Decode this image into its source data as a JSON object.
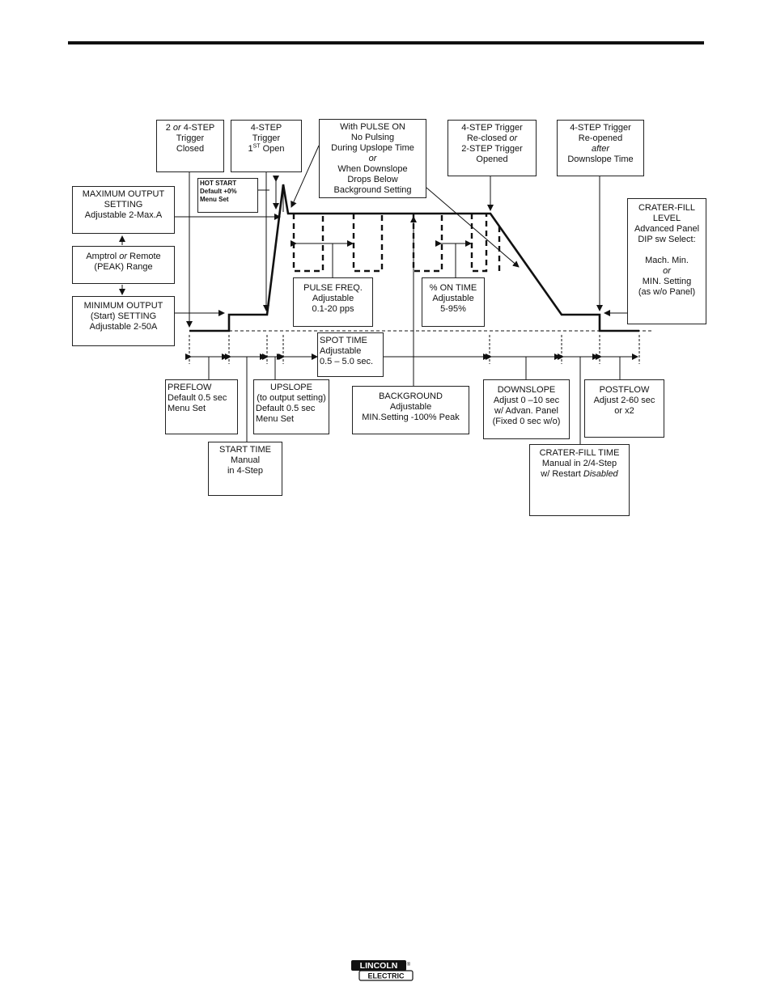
{
  "trigger_closed": {
    "pre": "2 ",
    "or": "or",
    "post": " 4-STEP",
    "line2": "Trigger",
    "line3": "Closed"
  },
  "trigger_first_open": {
    "line1": "4-STEP",
    "line2": "Trigger",
    "pre": "1",
    "sup": "ST",
    "post": "  Open"
  },
  "pulse_on": {
    "line1": "With PULSE ON",
    "line2": "No Pulsing",
    "line3": "During Upslope Time",
    "or": "or",
    "line5": "When Downslope",
    "line6": "Drops Below",
    "line7": "Background Setting"
  },
  "trigger_reclosed": {
    "line1": "4-STEP Trigger",
    "pre": "Re-closed ",
    "or": "or",
    "line3": "2-STEP Trigger",
    "line4": "Opened"
  },
  "trigger_reopened": {
    "line1": "4-STEP Trigger",
    "line2": "Re-opened",
    "after": "after",
    "line4": "Downslope Time"
  },
  "max_output": {
    "line1": "MAXIMUM OUTPUT",
    "line2": "SETTING",
    "line3": "Adjustable 2-Max.A"
  },
  "hot_start": {
    "line1": "HOT START",
    "line2": "Default +0%",
    "line3": "Menu Set"
  },
  "amptrol": {
    "pre": "Amptrol ",
    "or": "or",
    "post": " Remote",
    "line2": "(PEAK) Range"
  },
  "min_output": {
    "line1": "MINIMUM OUTPUT",
    "line2": "(Start) SETTING",
    "line3": "Adjustable 2-50A"
  },
  "crater_fill_level": {
    "line1": "CRATER-FILL",
    "line2": "LEVEL",
    "line3": "Advanced Panel",
    "line4": "DIP sw Select:",
    "line5": "Mach. Min.",
    "or": "or",
    "line7": "MIN. Setting",
    "line8": "(as w/o Panel)"
  },
  "pulse_freq": {
    "line1": "PULSE FREQ.",
    "line2": "Adjustable",
    "line3": "0.1-20 pps"
  },
  "on_time": {
    "line1": "% ON TIME",
    "line2": "Adjustable",
    "line3": "5-95%"
  },
  "spot_time": {
    "line1": "SPOT TIME",
    "line2": "Adjustable",
    "line3": "0.5 – 5.0 sec."
  },
  "preflow": {
    "line1": "PREFLOW",
    "line2": "Default 0.5 sec",
    "line3": "Menu Set"
  },
  "upslope": {
    "line1": "UPSLOPE",
    "line2": "(to output setting)",
    "line3": "Default 0.5 sec",
    "line4": "Menu Set"
  },
  "background": {
    "line1": "BACKGROUND",
    "line2": "Adjustable",
    "line3": "MIN.Setting -100% Peak"
  },
  "downslope": {
    "line1": "DOWNSLOPE",
    "line2": "Adjust 0 –10 sec",
    "line3": "w/ Advan. Panel",
    "line4": "(Fixed 0 sec w/o)"
  },
  "postflow": {
    "line1": "POSTFLOW",
    "line2": "Adjust 2-60 sec",
    "line3": "or x2"
  },
  "start_time": {
    "line1": "START TIME",
    "line2": "Manual",
    "line3": "in 4-Step"
  },
  "crater_fill_time": {
    "line1": "CRATER-FILL TIME",
    "line2": "Manual in 2/4-Step",
    "pre": "w/ Restart ",
    "disabled": "Disabled"
  },
  "logo": {
    "line1": "LINCOLN",
    "reg": "®",
    "line2": "ELECTRIC"
  }
}
